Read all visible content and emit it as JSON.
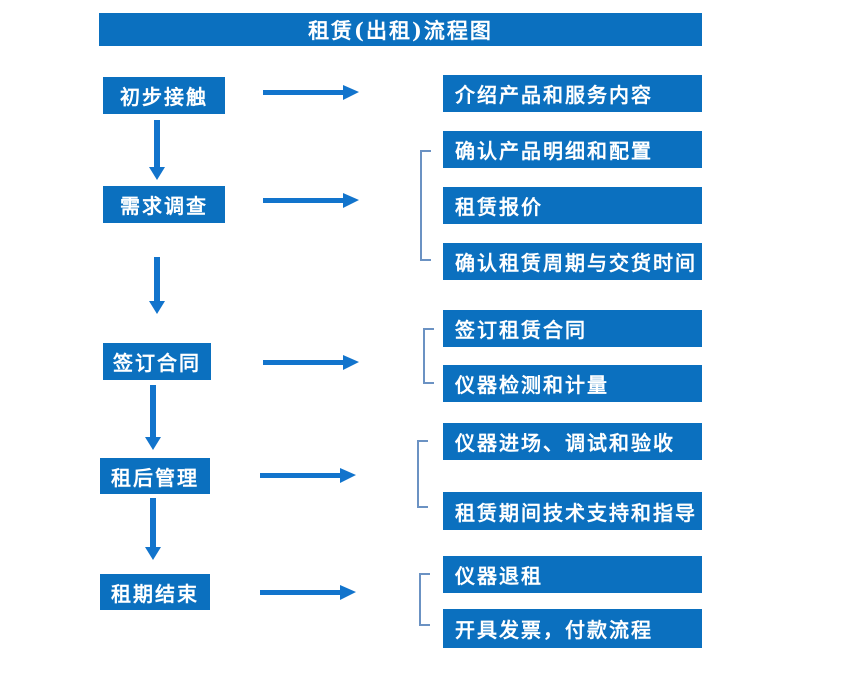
{
  "title": "租赁(出租)流程图",
  "colors": {
    "box_blue": "#0b70bf",
    "arrow_blue": "#1274cc",
    "bracket_blue": "#6b92c3",
    "text_white": "#ffffff",
    "bg": "#ffffff"
  },
  "rows": [
    {
      "step": "初步接触",
      "details": [
        "介绍产品和服务内容"
      ]
    },
    {
      "step": "需求调查",
      "details": [
        "确认产品明细和配置",
        "租赁报价",
        "确认租赁周期与交货时间"
      ]
    },
    {
      "step": "签订合同",
      "details": [
        "签订租赁合同",
        "仪器检测和计量"
      ]
    },
    {
      "step": "租后管理",
      "details": [
        "仪器进场、调试和验收",
        "租赁期间技术支持和指导"
      ]
    },
    {
      "step": "租期结束",
      "details": [
        "仪器退租",
        "开具发票，付款流程"
      ]
    }
  ]
}
